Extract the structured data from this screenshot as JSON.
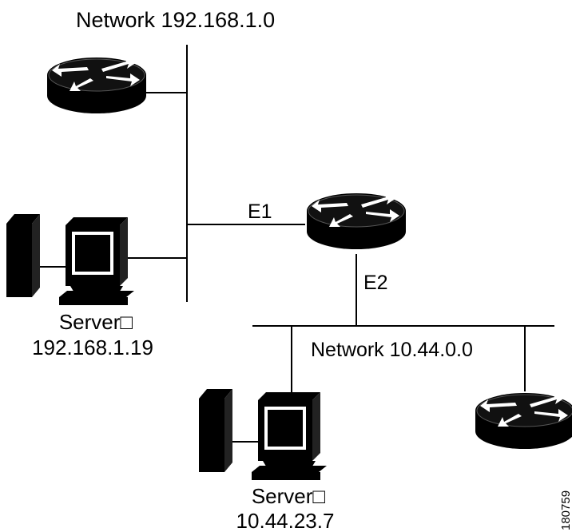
{
  "network_top": {
    "label": "Network 192.168.1.0"
  },
  "network_bottom": {
    "label": "Network 10.44.0.0"
  },
  "interfaces": {
    "e1": "E1",
    "e2": "E2"
  },
  "server_left": {
    "name": "Server□",
    "address": "192.168.1.19"
  },
  "server_bottom": {
    "name": "Server□",
    "address": "10.44.23.7"
  },
  "figure_id": "180759",
  "colors": {
    "line": "#000000",
    "background": "#ffffff",
    "device": "#000000"
  }
}
